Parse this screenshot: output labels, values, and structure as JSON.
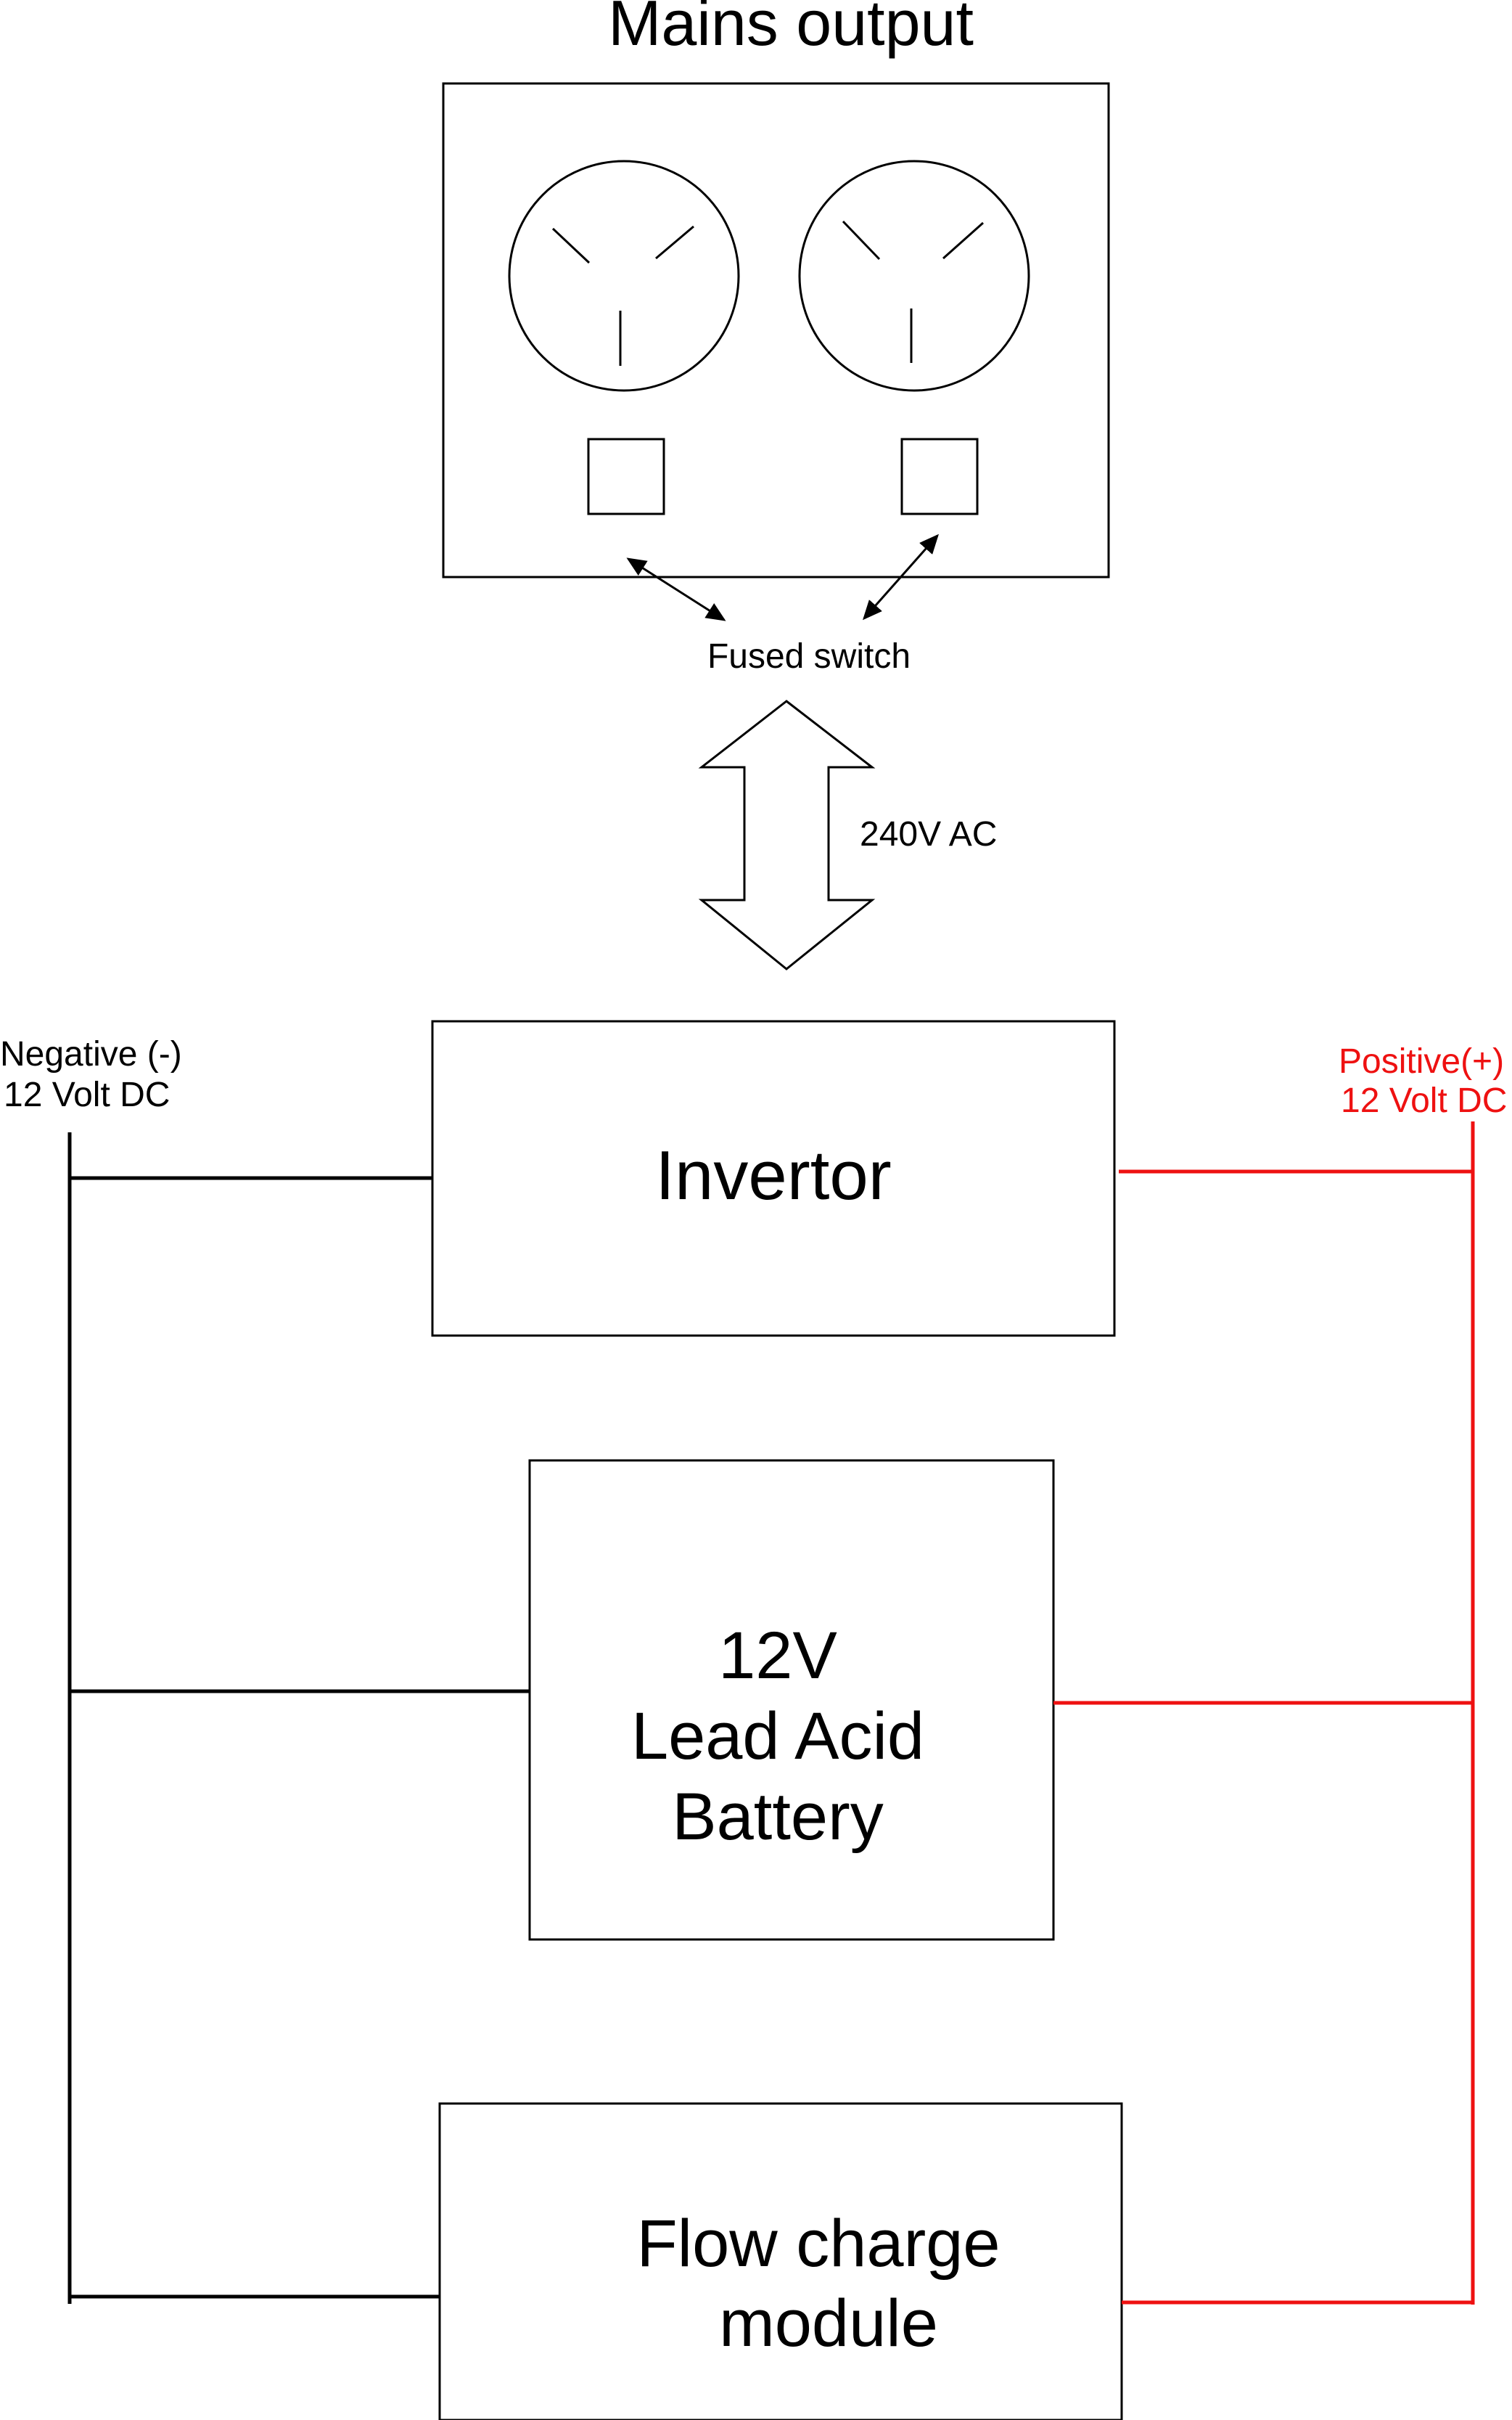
{
  "title": "Mains output",
  "fused_switch_label": "Fused switch",
  "ac_label": "240V AC",
  "negative": {
    "line1": "Negative (-)",
    "line2": "12 Volt DC"
  },
  "positive": {
    "line1": "Positive(+)",
    "line2": "12 Volt DC"
  },
  "invertor_label": "Invertor",
  "battery": {
    "line1": "12V",
    "line2": "Lead Acid",
    "line3": "Battery"
  },
  "charger": {
    "line1": "Flow charge",
    "line2": "module"
  },
  "colors": {
    "positive_wire": "#ee1111",
    "negative_wire": "#000000"
  }
}
